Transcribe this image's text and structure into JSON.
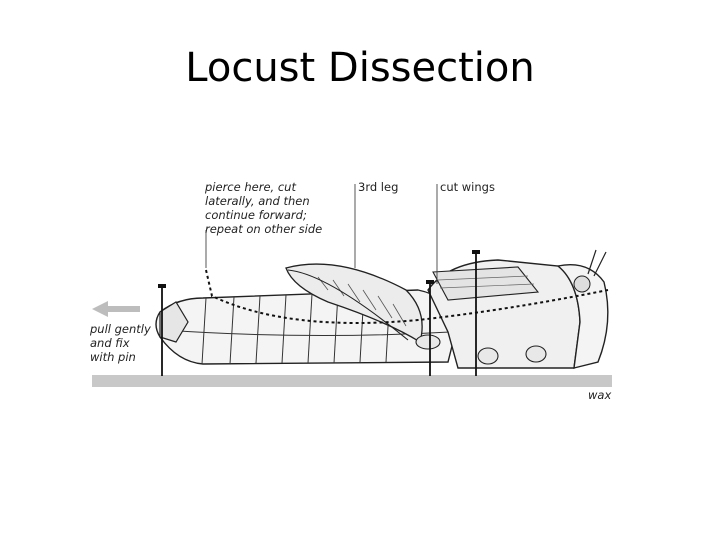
{
  "slide": {
    "title": "Locust Dissection"
  },
  "diagram": {
    "labels": {
      "pierce": "pierce here, cut\nlaterally, and then\ncontinue forward;\nrepeat on other side",
      "third_leg": "3rd leg",
      "cut_wings": "cut wings",
      "pull": "pull gently\nand fix\nwith pin",
      "wax": "wax"
    }
  }
}
